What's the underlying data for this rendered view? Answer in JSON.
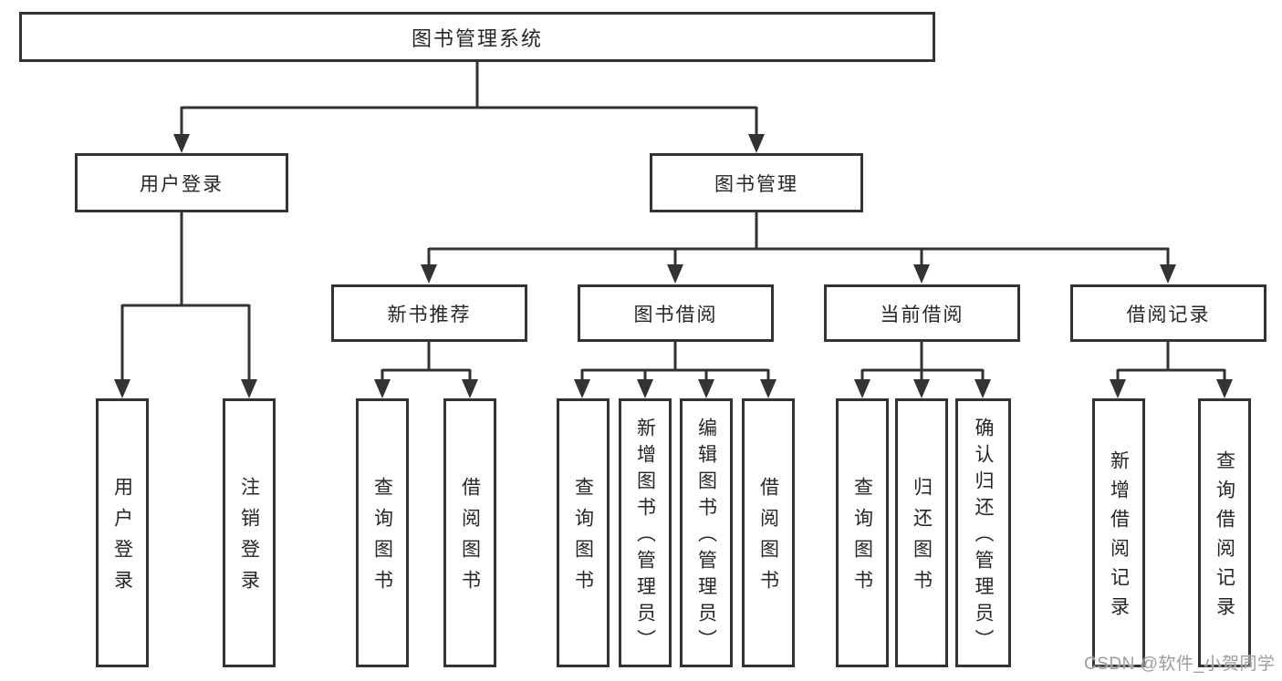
{
  "diagram": {
    "root": "图书管理系统",
    "user_login": {
      "label": "用户登录",
      "children": [
        "用户登录",
        "注销登录"
      ]
    },
    "book_mgmt": {
      "label": "图书管理"
    },
    "new_books": {
      "label": "新书推荐",
      "children": [
        "查询图书",
        "借阅图书"
      ]
    },
    "book_borrow": {
      "label": "图书借阅",
      "children": [
        "查询图书",
        "新增图书（管理员）",
        "编辑图书（管理员）",
        "借阅图书"
      ]
    },
    "current_borrow": {
      "label": "当前借阅",
      "children": [
        "查询图书",
        "归还图书",
        "确认归还（管理员）"
      ]
    },
    "borrow_records": {
      "label": "借阅记录",
      "children": [
        "新增借阅记录",
        "查询借阅记录"
      ]
    }
  },
  "watermark": "CSDN @软件_小贺同学",
  "colors": {
    "line": "#333333",
    "text": "#262626",
    "watermark": "#9c9c9c",
    "background": "#ffffff"
  }
}
